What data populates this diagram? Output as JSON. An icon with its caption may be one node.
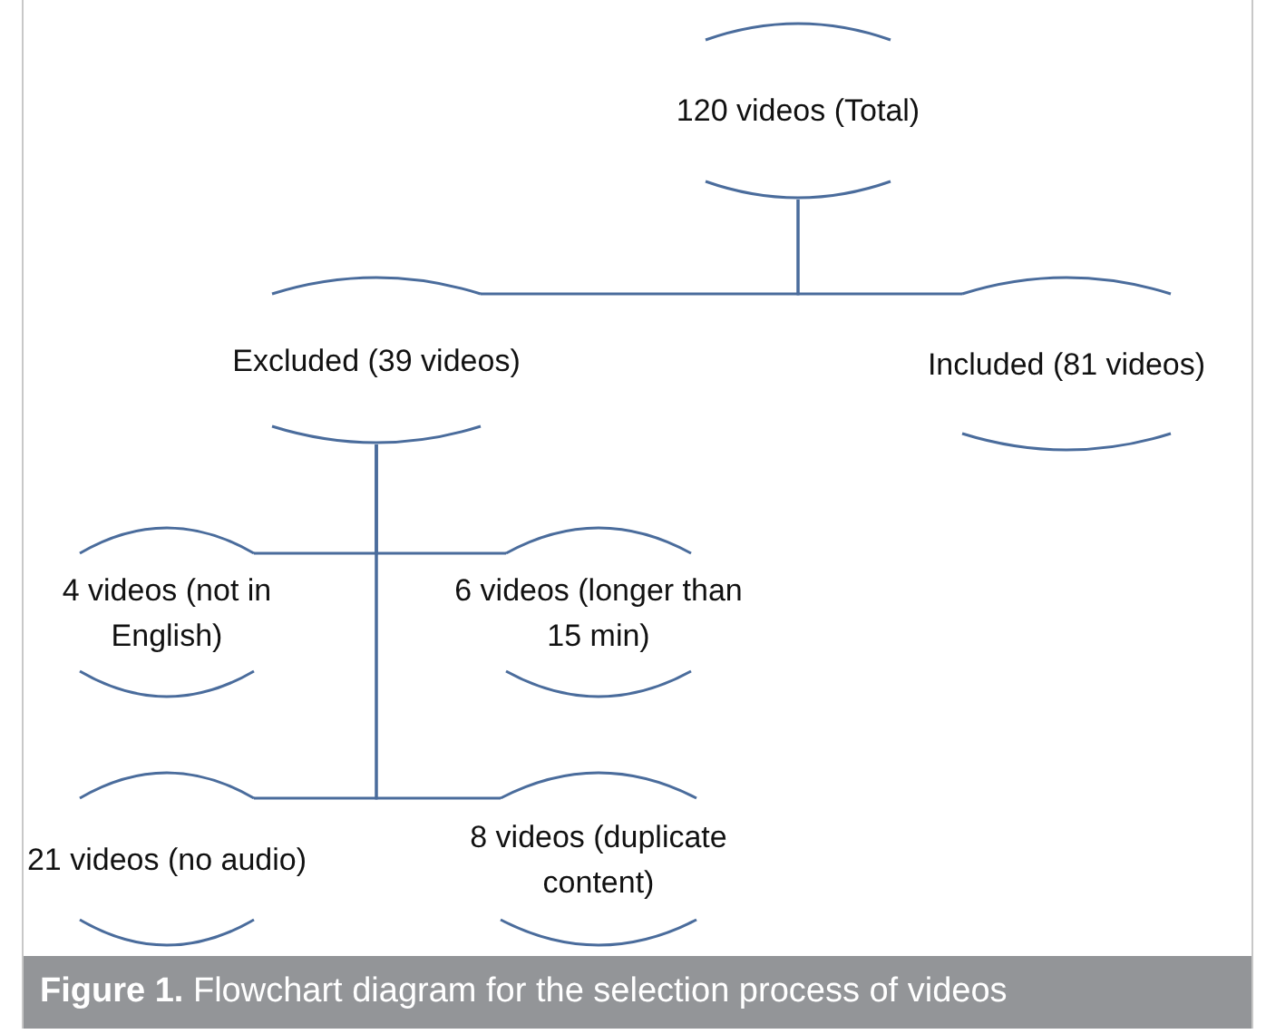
{
  "diagram": {
    "caption": "**Figure 1.** Flowchart diagram for the selection process of videos",
    "nodes": [
      {
        "text": [
          "120 videos (Total)"
        ]
      },
      {
        "text": [
          "Excluded (39 videos)"
        ]
      },
      {
        "text": [
          "Included (81 videos)"
        ]
      },
      {
        "text": [
          "4 videos (not in English)"
        ]
      },
      {
        "text": [
          "6 videos (longer than 15 min)"
        ]
      },
      {
        "text": [
          "21 videos (no audio)"
        ]
      },
      {
        "text": [
          "8 videos (duplicate content)"
        ]
      }
    ],
    "edges": [
      {
        "from": 0,
        "to": 1,
        "arrow": "none"
      },
      {
        "from": 0,
        "to": 2,
        "arrow": "none"
      },
      {
        "from": 1,
        "to": 3,
        "arrow": "none"
      },
      {
        "from": 1,
        "to": 4,
        "arrow": "none"
      },
      {
        "from": 1,
        "to": 5,
        "arrow": "none"
      },
      {
        "from": 1,
        "to": 6,
        "arrow": "none"
      }
    ]
  }
}
